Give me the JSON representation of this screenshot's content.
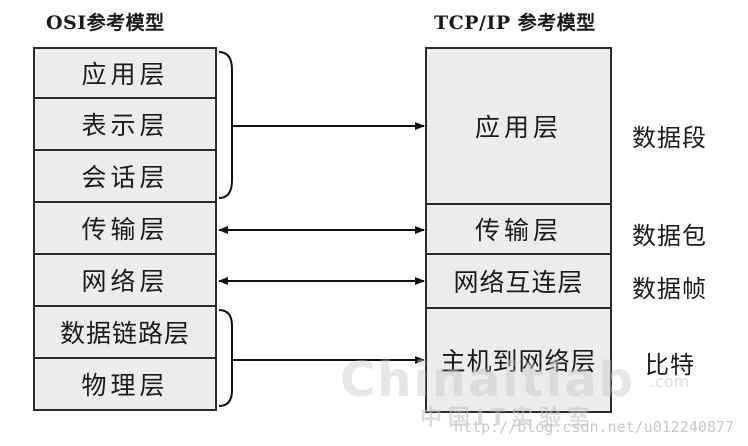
{
  "osi": {
    "title": "OSI参考模型",
    "layers": [
      "应用层",
      "表示层",
      "会话层",
      "传输层",
      "网络层",
      "数据链路层",
      "物理层"
    ]
  },
  "tcpip": {
    "title": "TCP/IP 参考模型",
    "layers": [
      "应用层",
      "传输层",
      "网络互连层",
      "主机到网络层"
    ]
  },
  "data_units": [
    "数据段",
    "数据包",
    "数据帧",
    "比特"
  ],
  "watermark": {
    "logo": "Chinaitlab",
    "com": ".com",
    "cn": "中国IT实验室",
    "url": "http://blog.csdn.net/u012240877"
  }
}
